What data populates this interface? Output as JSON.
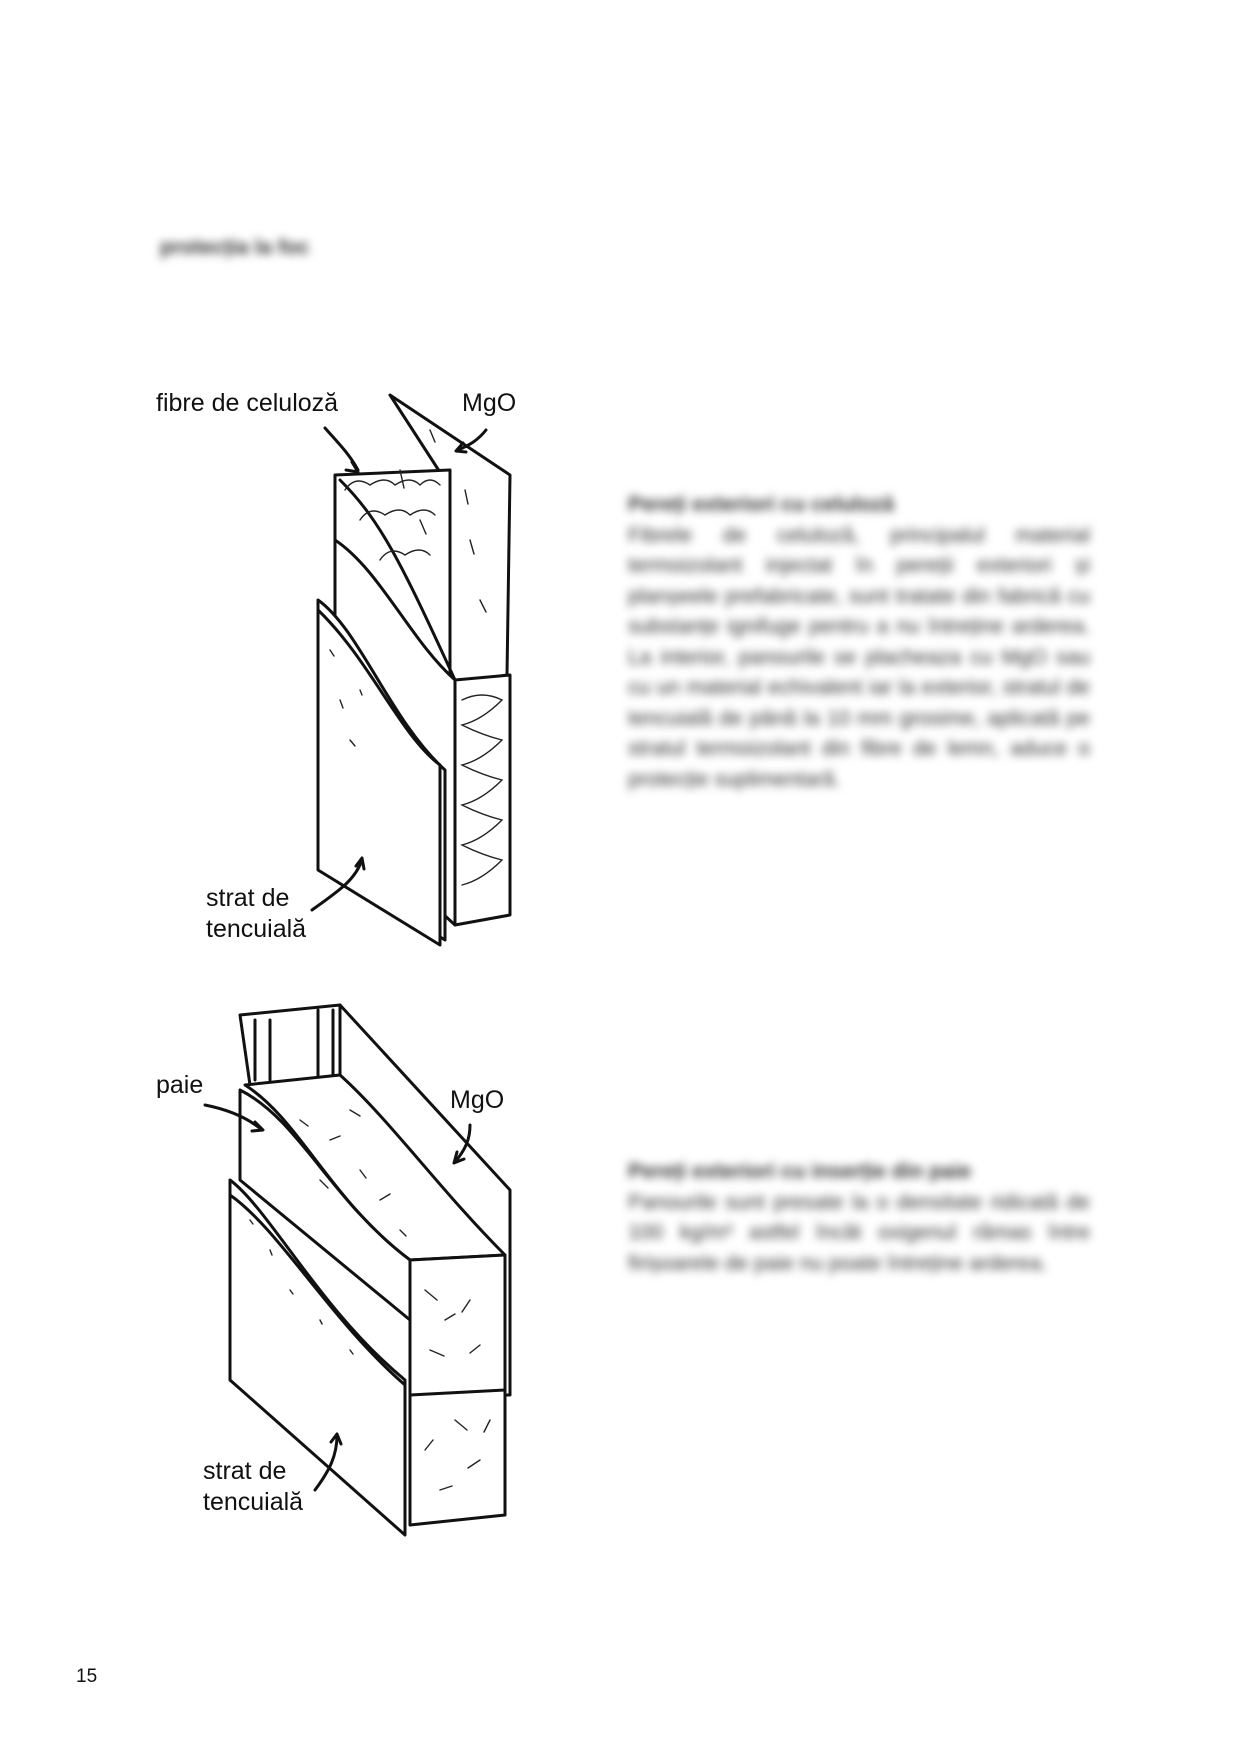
{
  "page": {
    "section_title": "protecția la foc",
    "page_number": "15"
  },
  "figure1": {
    "label_cellulose": "fibre de celuloză",
    "label_mgo": "MgO",
    "label_plaster_line1": "strat de",
    "label_plaster_line2": "tencuială"
  },
  "figure2": {
    "label_straw": "paie",
    "label_mgo": "MgO",
    "label_plaster_line1": "strat de",
    "label_plaster_line2": "tencuială"
  },
  "text1": {
    "heading": "Pereți exteriori cu celuloză",
    "body": "Fibrele de celuloză, principalul material termoizolant injectat în pereții exteriori și planșeele prefabricate, sunt tratate din fabrică cu substanțe ignifuge pentru a nu întreține ardereа. La interior, panourile se placheaza cu MgO sau cu un material echivalent iar la exterior, stratul de tencuială de până la 10 mm grosime, aplicată pe stratul termoizolant din fibre de lemn, aduce o protecție suplimentară."
  },
  "text2": {
    "heading": "Pereți exteriori cu inserție din paie",
    "body": "Panourile sunt presate la o densitate ridicată de 100 kg/m³ astfel încât oxigenul rămas între firișoarele de paie nu poate întreține ardereа."
  }
}
